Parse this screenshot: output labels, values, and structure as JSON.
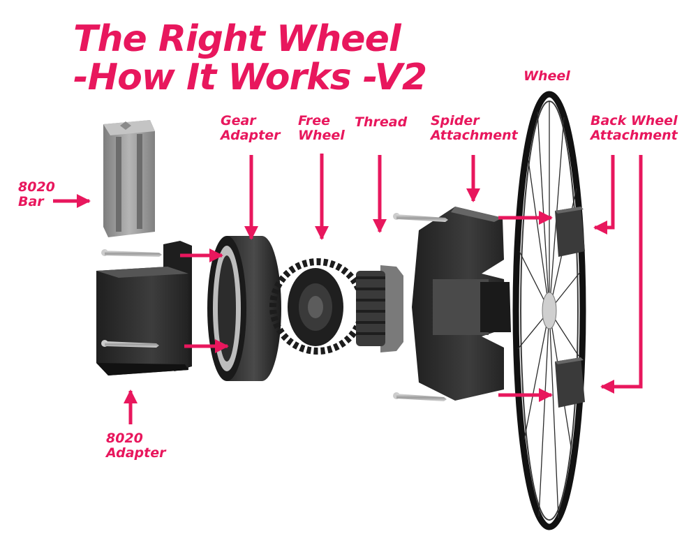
{
  "title": {
    "line1": "The Right Wheel",
    "line2": "-How It Works -V2"
  },
  "labels": {
    "bar_line1": "8020",
    "bar_line2": "Bar",
    "adapter_line1": "8020",
    "adapter_line2": "Adapter",
    "gear_line1": "Gear",
    "gear_line2": "Adapter",
    "free_line1": "Free",
    "free_line2": "Wheel",
    "thread": "Thread",
    "spider_line1": "Spider",
    "spider_line2": "Attachment",
    "wheel": "Wheel",
    "back_line1": "Back Wheel",
    "back_line2": "Attachment"
  },
  "colors": {
    "accent": "#e8175d",
    "part_dark": "#2b2b2b",
    "part_mid": "#444444",
    "bar_gray": "#9a9a9a",
    "screw_silver": "#b8b8b8",
    "rim": "#111111"
  }
}
